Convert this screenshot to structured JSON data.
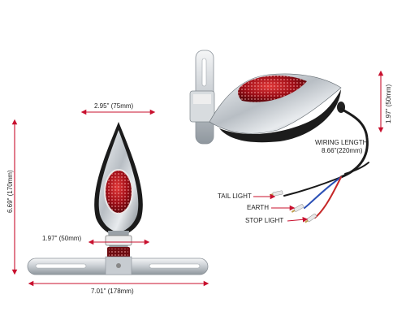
{
  "dimensions": {
    "width_top": "2.95\" (75mm)",
    "height_left": "6.69\" (170mm)",
    "plate_inner": "1.97\" (50mm)",
    "width_bottom": "7.01\" (178mm)",
    "right_height": "1.97\" (50mm)"
  },
  "callouts": {
    "wiring_length_title": "WIRING LENGTH",
    "wiring_length_value": "8.66\"(220mm)",
    "tail_light": "TAIL LIGHT",
    "earth": "EARTH",
    "stop_light": "STOP LIGHT"
  },
  "colors": {
    "dimension_line": "#c8102e",
    "chrome": "#c9ced3",
    "lens": "#b3121b",
    "wire_blue": "#2a4fb5",
    "wire_red": "#c62828",
    "wire_black": "#1a1a1a"
  }
}
